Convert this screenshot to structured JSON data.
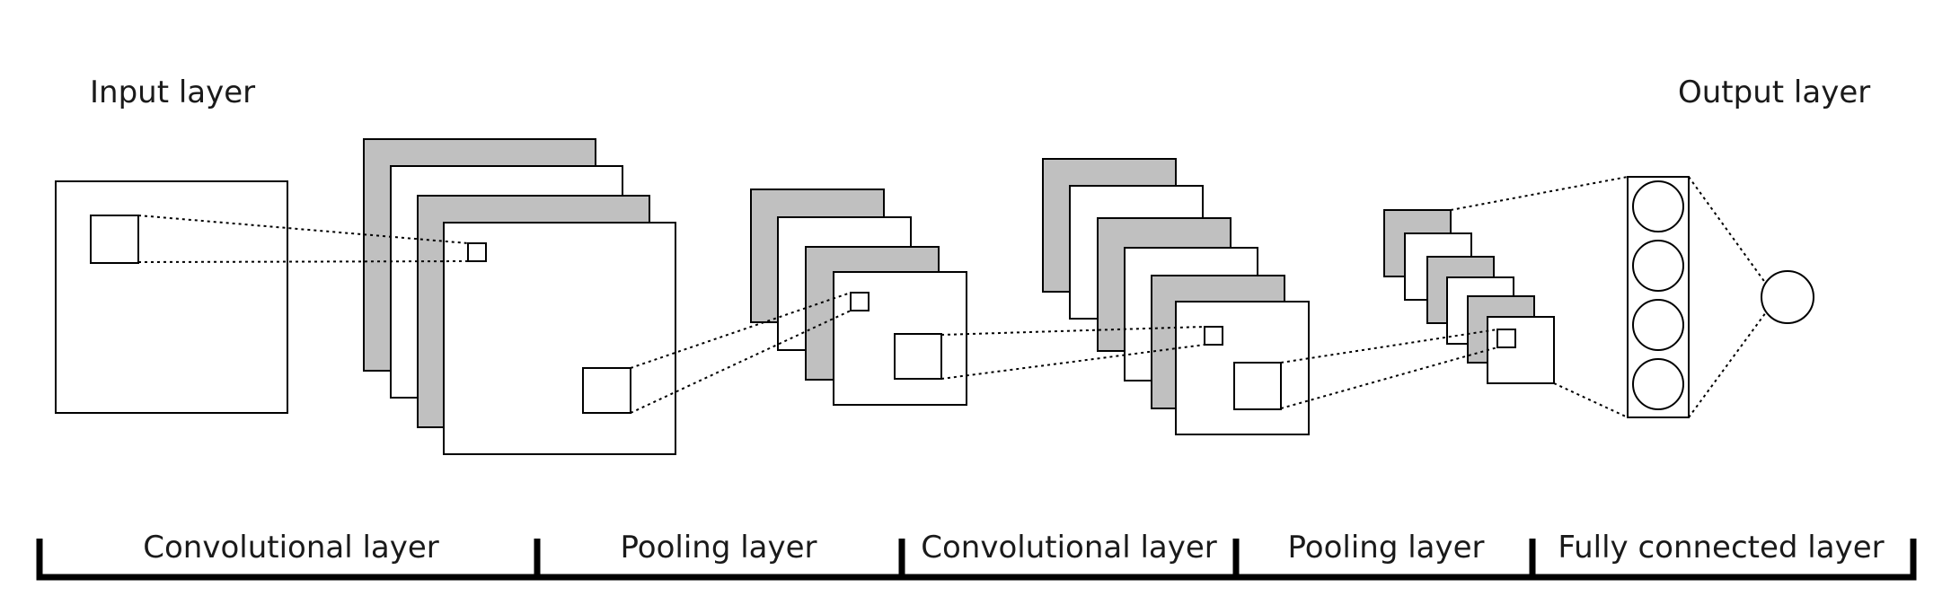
{
  "labels": {
    "input_layer": "Input layer",
    "output_layer": "Output layer"
  },
  "stages": [
    "Convolutional layer",
    "Pooling layer",
    "Convolutional layer",
    "Pooling layer",
    "Fully connected layer"
  ],
  "colors": {
    "feature_map_shaded": "#c0c0c0",
    "outline": "#000000",
    "background": "#ffffff"
  },
  "fully_connected": {
    "hidden_neurons": 4,
    "output_neurons": 1
  }
}
